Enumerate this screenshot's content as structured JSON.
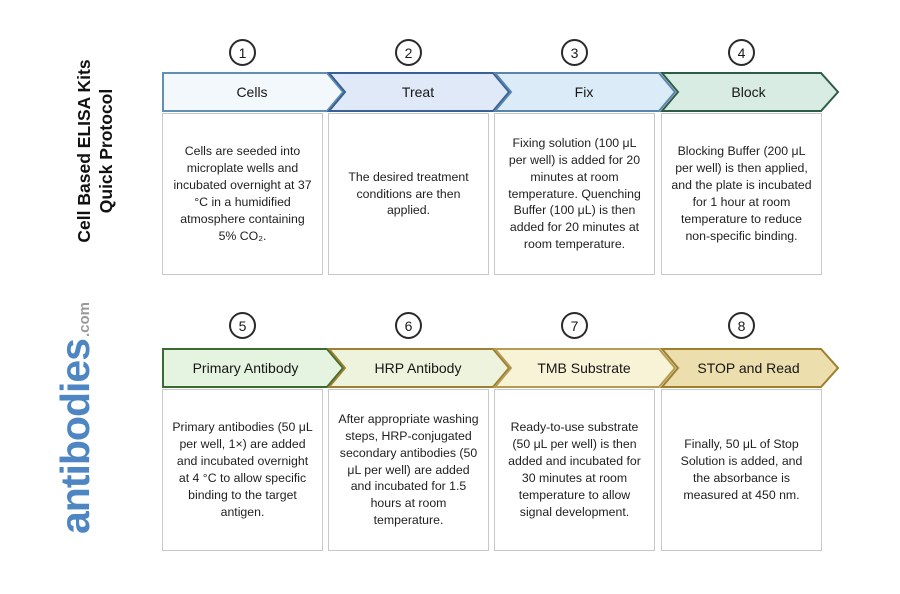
{
  "sidebar": {
    "title_line1": "Cell Based ELISA Kits",
    "title_line2": "Quick Protocol",
    "logo_text": "antibodies",
    "logo_suffix": ".com",
    "logo_color": "#4e86c4",
    "logo_suffix_color": "#9a9a9a"
  },
  "steps": [
    {
      "number": "1",
      "label": "Cells",
      "description": "Cells are seeded into microplate wells and incubated overnight at 37 °C in a humidified atmosphere containing 5% CO₂.",
      "fill": "#f3f8fc",
      "border": "#6290b3"
    },
    {
      "number": "2",
      "label": "Treat",
      "description": "The desired treatment conditions are then applied.",
      "fill": "#e0e9f8",
      "border": "#3a5f94"
    },
    {
      "number": "3",
      "label": "Fix",
      "description": "Fixing solution (100 μL per well) is added for 20 minutes at room temperature. Quenching Buffer (100 μL) is then added for 20 minutes at room temperature.",
      "fill": "#dcebf8",
      "border": "#5a85ab"
    },
    {
      "number": "4",
      "label": "Block",
      "description": "Blocking Buffer (200 μL per well) is then applied, and the plate is incubated for 1 hour at room temperature to reduce non-specific binding.",
      "fill": "#d8ece3",
      "border": "#2e5c49"
    },
    {
      "number": "5",
      "label": "Primary Antibody",
      "description": "Primary antibodies (50 μL per well, 1×) are added and incubated overnight at 4 °C to allow specific binding to the target antigen.",
      "fill": "#e5f3e1",
      "border": "#3c6b2f"
    },
    {
      "number": "6",
      "label": "HRP Antibody",
      "description": "After appropriate washing steps, HRP-conjugated secondary antibodies (50 μL per well) are added and incubated for 1.5 hours at room temperature.",
      "fill": "#edf3dd",
      "border": "#9d8030"
    },
    {
      "number": "7",
      "label": "TMB Substrate",
      "description": "Ready-to-use substrate (50 μL per well) is then added and incubated for 30 minutes at room temperature to allow signal development.",
      "fill": "#f8f2d7",
      "border": "#b59c52"
    },
    {
      "number": "8",
      "label": "STOP and Read",
      "description": "Finally, 50 μL of Stop Solution is added, and the absorbance is measured at 450 nm.",
      "fill": "#ecdfad",
      "border": "#9d7f2c"
    }
  ]
}
